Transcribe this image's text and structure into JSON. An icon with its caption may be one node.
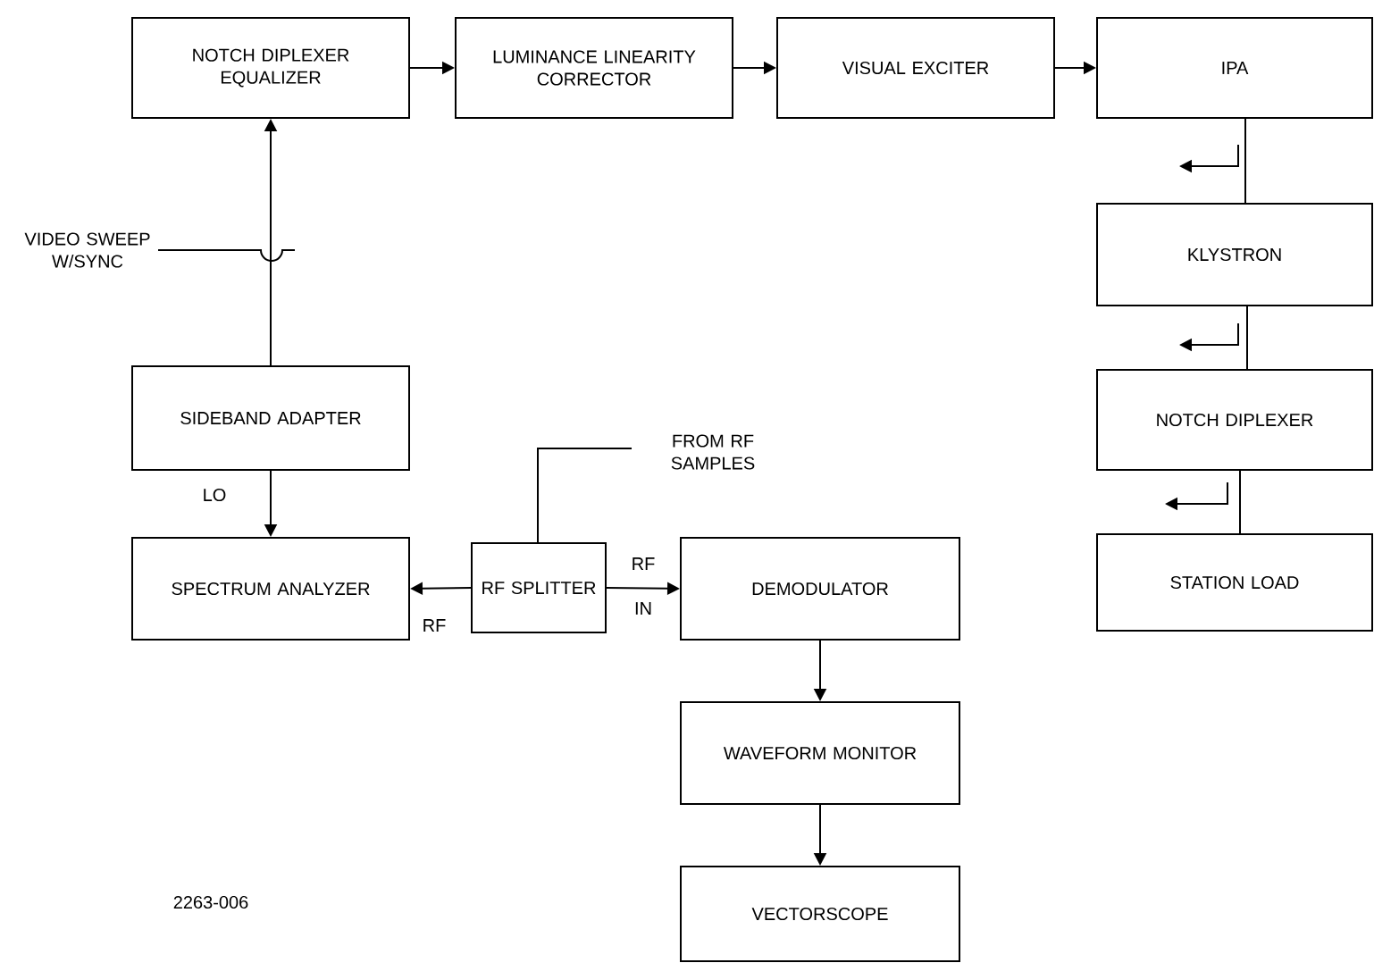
{
  "diagram": {
    "nodes": [
      {
        "text": [
          "NOTCH DIPLEXER EQUALIZER"
        ]
      },
      {
        "text": [
          "LUMINANCE LINEARITY CORRECTOR"
        ]
      },
      {
        "text": [
          "VISUAL EXCITER"
        ]
      },
      {
        "text": [
          "IPA"
        ]
      },
      {
        "text": [
          "KLYSTRON"
        ]
      },
      {
        "text": [
          "NOTCH DIPLEXER"
        ]
      },
      {
        "text": [
          "STATION LOAD"
        ]
      },
      {
        "text": [
          "VIDEO SWEEP W/SYNC"
        ]
      },
      {
        "text": [
          "SIDEBAND ADAPTER"
        ]
      },
      {
        "text": [
          "FROM RF SAMPLES"
        ]
      },
      {
        "text": [
          "SPECTRUM ANALYZER"
        ]
      },
      {
        "text": [
          "RF SPLITTER"
        ]
      },
      {
        "text": [
          "DEMODULATOR"
        ]
      },
      {
        "text": [
          "WAVEFORM MONITOR"
        ]
      },
      {
        "text": [
          "VECTORSCOPE"
        ]
      }
    ],
    "edges": [
      {
        "from": 0,
        "to": 1,
        "arrow": "to"
      },
      {
        "from": 1,
        "to": 2,
        "arrow": "to"
      },
      {
        "from": 2,
        "to": 3,
        "arrow": "to"
      },
      {
        "from": 3,
        "to": 4,
        "arrow": "none"
      },
      {
        "from": 4,
        "to": 5,
        "arrow": "none"
      },
      {
        "from": 5,
        "to": 6,
        "arrow": "none"
      },
      {
        "from": 8,
        "to": 0,
        "arrow": "to"
      },
      {
        "from": 7,
        "to": null,
        "arrow": "none"
      },
      {
        "from": 8,
        "to": 10,
        "arrow": "to",
        "label": "LO"
      },
      {
        "from": 11,
        "to": 10,
        "arrow": "to",
        "label": "RF"
      },
      {
        "from": 9,
        "to": 11,
        "arrow": "none"
      },
      {
        "from": 11,
        "to": 12,
        "arrow": "to",
        "label": "RF IN"
      },
      {
        "from": 12,
        "to": 13,
        "arrow": "to"
      },
      {
        "from": 13,
        "to": 14,
        "arrow": "to"
      }
    ],
    "labels": [
      "2263-006"
    ]
  }
}
